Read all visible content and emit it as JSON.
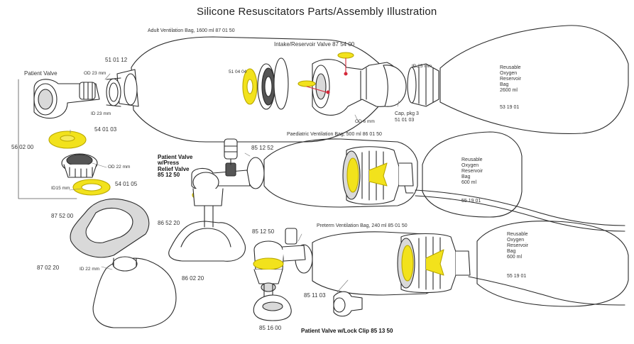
{
  "title": "Silicone Resuscitators  Parts/Assembly  Illustration",
  "colors": {
    "accent": "#f2e21c",
    "accent_stroke": "#b9a800",
    "line": "#2a2a2a",
    "gray": "#d9d9d9",
    "dark": "#555555"
  },
  "labels": {
    "adult_bag": "Adult Ventilation Bag, 1600 ml 87 01 50",
    "intake_valve": "Intake/Reservoir Valve 87 54 00",
    "part_510404": "51 04 04",
    "od_23": "OD 23 mm",
    "part_510112": "51 01 12",
    "patient_valve": "Patient Valve",
    "id_23": "ID 23 mm",
    "part_540103": "54 01 03",
    "part_560200": "56 02 00",
    "od_22": "OD 22 mm",
    "id_15": "ID15 mm",
    "part_540105": "54 01 05",
    "id_25": "ID 25 mm",
    "cap_line1": "Cap, pkg 3",
    "cap_line2": "51 01 03",
    "od_6": "OD 6 mm",
    "adult_reservoir": [
      "Reusable",
      "Oxygen",
      "Reservoir",
      "Bag",
      "2600 ml"
    ],
    "adult_reservoir_code": "53 19 01",
    "paediatric_bag": "Paediatric Ventilation Bag, 500 ml 86 01 50",
    "part_851252": "85 12 52",
    "patient_valve_press": [
      "Patient Valve",
      "w/Press",
      "Relief Valve",
      "85 12 50"
    ],
    "paed_reservoir": [
      "Reusable",
      "Oxygen",
      "Reservoir",
      "Bag",
      "600 ml"
    ],
    "paed_reservoir_code": "55 19 01",
    "part_875200": "87 52 00",
    "part_865220": "86 52 20",
    "part_870220": "87 02 20",
    "id_22": "ID 22 mm",
    "part_860220": "86 02 20",
    "part_851250": "85 12 50",
    "preterm_bag": "Preterm Ventilation Bag, 240 ml 85 01 50",
    "preterm_reservoir": [
      "Reusable",
      "Oxygen",
      "Reservoir",
      "Bag",
      "600 ml"
    ],
    "preterm_reservoir_code": "55 19 01",
    "part_851103": "85 11 03",
    "part_851600": "85 16 00",
    "lock_clip": "Patient Valve w/Lock Clip  85 13 50"
  }
}
